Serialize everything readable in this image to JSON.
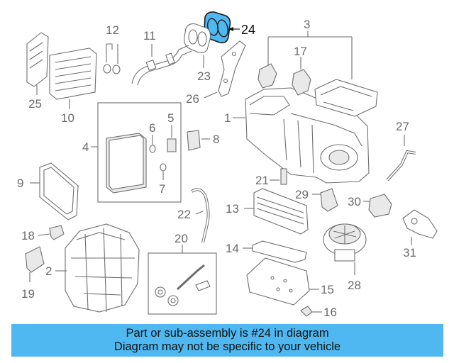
{
  "callouts": {
    "n1": "1",
    "n2": "2",
    "n3": "3",
    "n4": "4",
    "n5": "5",
    "n6": "6",
    "n7": "7",
    "n8": "8",
    "n9": "9",
    "n10": "10",
    "n11": "11",
    "n12": "12",
    "n13": "13",
    "n14": "14",
    "n15": "15",
    "n16": "16",
    "n17": "17",
    "n18": "18",
    "n19": "19",
    "n20": "20",
    "n21": "21",
    "n22": "22",
    "n23": "23",
    "n24": "24",
    "n25": "25",
    "n26": "26",
    "n27": "27",
    "n28": "28",
    "n29": "29",
    "n30": "30",
    "n31": "31"
  },
  "highlight": {
    "part_number": "24",
    "color": "#4fb8f0"
  },
  "banner": {
    "line1": "Part or sub-assembly is #24 in diagram",
    "line2": "Diagram may not be specific to your vehicle",
    "background": "#4fb8f0"
  }
}
